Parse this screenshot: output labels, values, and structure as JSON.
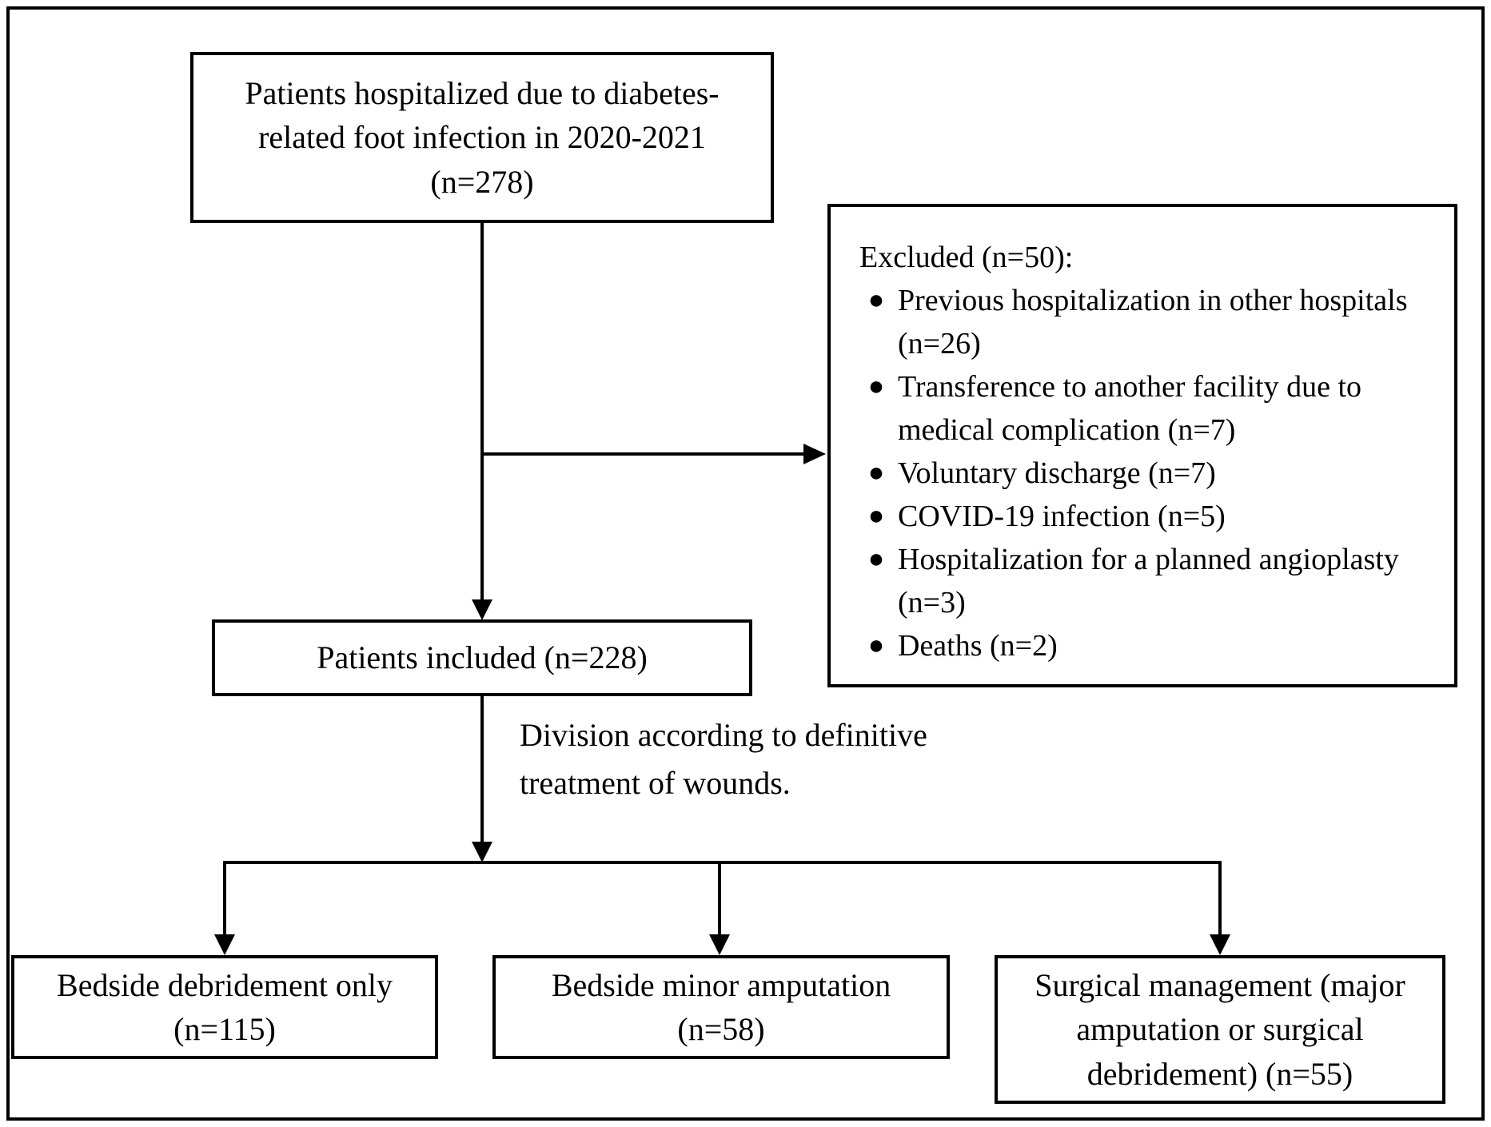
{
  "diagram": {
    "top_box": {
      "text": "Patients hospitalized due to diabetes-\nrelated foot infection in 2020-2021\n(n=278)"
    },
    "excluded_box": {
      "heading": "Excluded (n=50):",
      "bullet": "●",
      "items": [
        "Previous hospitalization in other hospitals (n=26)",
        "Transference to another facility due to medical complication (n=7)",
        "Voluntary discharge (n=7)",
        "COVID-19 infection (n=5)",
        "Hospitalization for a planned angioplasty (n=3)",
        "Deaths (n=2)"
      ]
    },
    "included_box": {
      "text": "Patients included (n=228)"
    },
    "division_label": {
      "text": "Division according to definitive\ntreatment of wounds."
    },
    "bottom_boxes": [
      {
        "text": "Bedside debridement only\n(n=115)"
      },
      {
        "text": "Bedside minor amputation\n(n=58)"
      },
      {
        "text": "Surgical management (major\namputation or surgical\ndebridement) (n=55)"
      }
    ],
    "colors": {
      "line": "#000000",
      "background": "#ffffff"
    }
  }
}
